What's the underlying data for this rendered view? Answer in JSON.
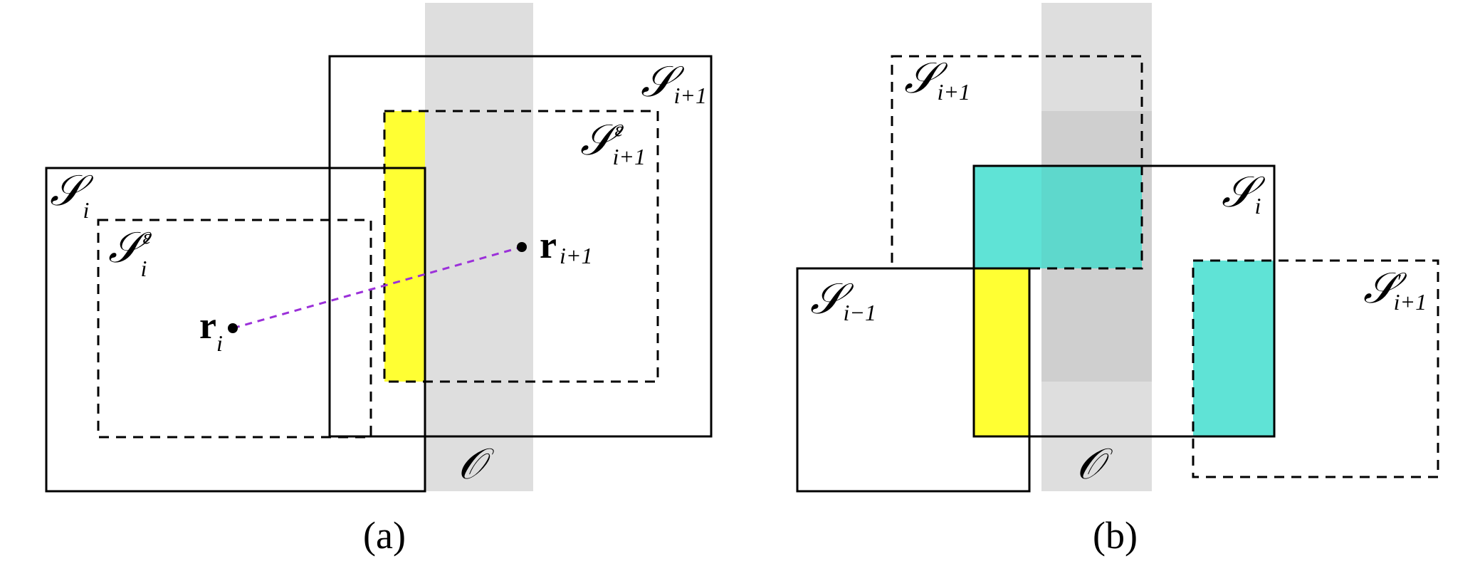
{
  "colors": {
    "obstacle": "#dedede",
    "obstacle_overlap": "#cfcfcf",
    "yellow": "#ffff33",
    "cyan": "#5fe3d6",
    "cyan_over_obstacle": "#5ed8cc",
    "trajectory": "#9b30d9",
    "stroke": "#000000"
  },
  "panel_a": {
    "caption": "(a)",
    "obstacle_label": "𝒪",
    "S_i": {
      "base": "𝒮",
      "sub": "i"
    },
    "S_i_eps": {
      "base": "𝒮",
      "sup": "ε",
      "sub": "i"
    },
    "S_ip1": {
      "base": "𝒮",
      "sub": "i+1"
    },
    "S_ip1_eps": {
      "base": "𝒮",
      "sup": "ε",
      "sub": "i+1"
    },
    "r_i": {
      "base": "r",
      "sub": "i"
    },
    "r_ip1": {
      "base": "r",
      "sub": "i+1"
    }
  },
  "panel_b": {
    "caption": "(b)",
    "obstacle_label": "𝒪",
    "S_ip1": {
      "base": "𝒮",
      "sub": "i+1"
    },
    "S_i": {
      "base": "𝒮",
      "sub": "i"
    },
    "S_im1": {
      "base": "𝒮",
      "sub": "i−1"
    },
    "S_ip1_prime": {
      "base": "𝒮",
      "sup": "′",
      "sub": "i+1"
    }
  }
}
